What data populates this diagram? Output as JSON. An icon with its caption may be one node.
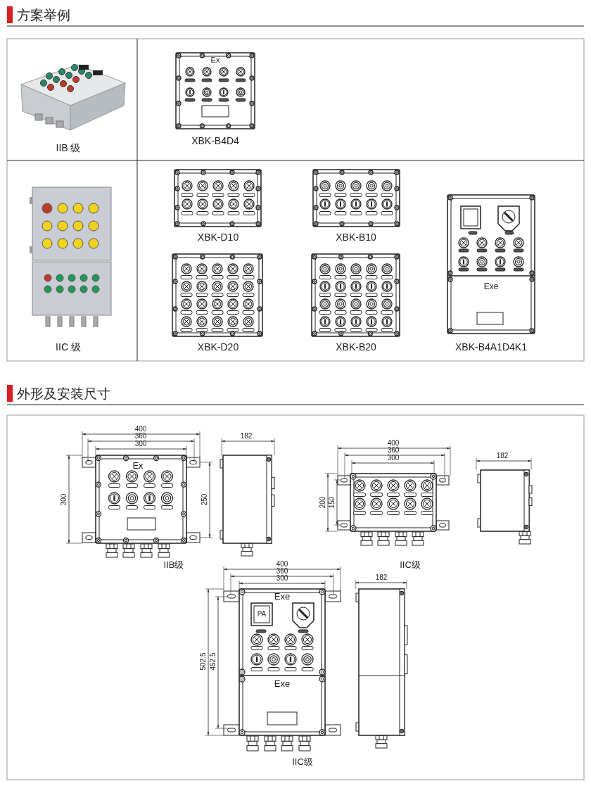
{
  "diagram": {
    "labels": [
      "方案举例",
      "IIB 级",
      "Ex",
      "XBK-B4D4",
      "IIC 级",
      "XBK-D10",
      "XBK-B10",
      "Exe",
      "XBK-D20",
      "XBK-B20",
      "XBK-B4A1D4K1",
      "外形及安装尺寸",
      "400",
      "360",
      "300",
      "300",
      "Ex",
      "250",
      "182",
      "IIB级",
      "400",
      "360",
      "300",
      "200",
      "150",
      "182",
      "IIC级",
      "400",
      "360",
      "300",
      "Exe",
      "PA",
      "502.5",
      "452.5",
      "Exe",
      "182",
      "IIC级"
    ]
  }
}
